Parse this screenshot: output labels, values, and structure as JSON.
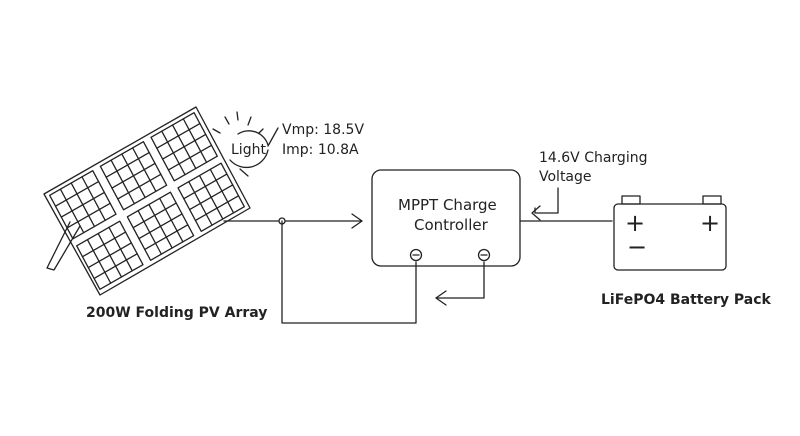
{
  "solar": {
    "label": "200W Folding PV Array"
  },
  "light": {
    "label": "Light",
    "vmp": "Vmp: 18.5V",
    "imp": "Imp: 10.8A"
  },
  "controller": {
    "line1": "MPPT Charge",
    "line2": "Controller"
  },
  "charging": {
    "line1": "14.6V Charging",
    "line2": "Voltage"
  },
  "battery": {
    "label": "LiFePO4 Battery Pack",
    "plus_left": "+",
    "plus_right": "+",
    "minus": "−"
  },
  "colors": {
    "line": "#222222",
    "background": "#ffffff"
  }
}
